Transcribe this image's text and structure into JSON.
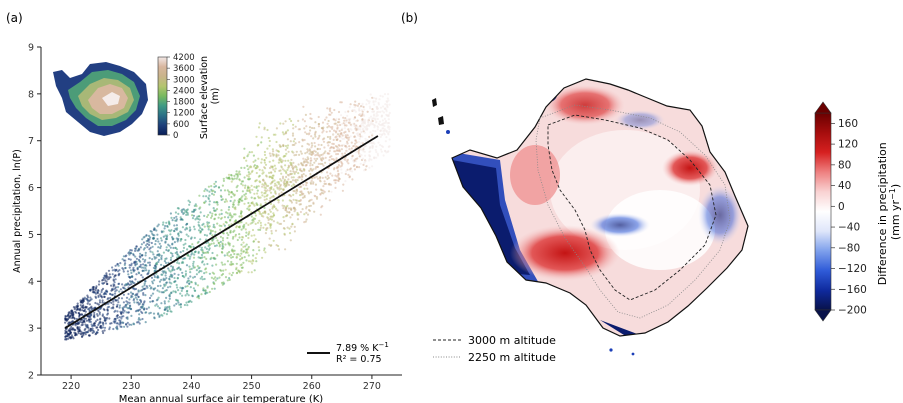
{
  "chart_data": [
    {
      "type": "scatter",
      "panel_label": "(a)",
      "xlabel": "Mean annual surface air temperature (K)",
      "ylabel": "Annual precipitation, ln(P)",
      "xlim": [
        215,
        275
      ],
      "ylim": [
        2,
        9
      ],
      "x_ticks": [
        220,
        230,
        240,
        250,
        260,
        270
      ],
      "y_ticks": [
        2,
        3,
        4,
        5,
        6,
        7,
        8,
        9
      ],
      "fit_line": {
        "x": [
          219,
          271
        ],
        "y": [
          3.0,
          7.1
        ]
      },
      "legend": {
        "placement": "lower-right",
        "line1_main": "7.89 % K",
        "line1_sup": "−1",
        "line2": "R² = 0.75"
      },
      "colorbar": {
        "label": "Surface elevation\n(m)",
        "ticks": [
          "4200",
          "3600",
          "3000",
          "2400",
          "1800",
          "1200",
          "600",
          "0"
        ],
        "colors": [
          "#081d58",
          "#1d3f7a",
          "#2a6f86",
          "#3f9a84",
          "#78b95f",
          "#b3c56e",
          "#c9b48a",
          "#d8b69e",
          "#f3e9e7"
        ]
      },
      "color_scheme_note": "points colored by surface elevation; low elevation dark navy, high elevation pale pink"
    },
    {
      "type": "heatmap",
      "panel_label": "(b)",
      "colorbar": {
        "label": "Difference in precipitation",
        "unit_main": "(mm yr",
        "unit_sup": "−1",
        "unit_end": ")",
        "ticks": [
          "160",
          "120",
          "80",
          "40",
          "0",
          "−40",
          "−80",
          "−120",
          "−160",
          "−200"
        ],
        "range": [
          -200,
          180
        ],
        "colors": [
          "#08124a",
          "#0f2a9e",
          "#2f5bd8",
          "#7ea0ec",
          "#dfe6fa",
          "#ffffff",
          "#f9d2d2",
          "#ee8080",
          "#d62020",
          "#a60d0d",
          "#6a0000"
        ]
      },
      "legend": [
        {
          "label": "3000 m altitude",
          "style": "dashed"
        },
        {
          "label": "2250 m altitude",
          "style": "dotted"
        }
      ]
    }
  ]
}
